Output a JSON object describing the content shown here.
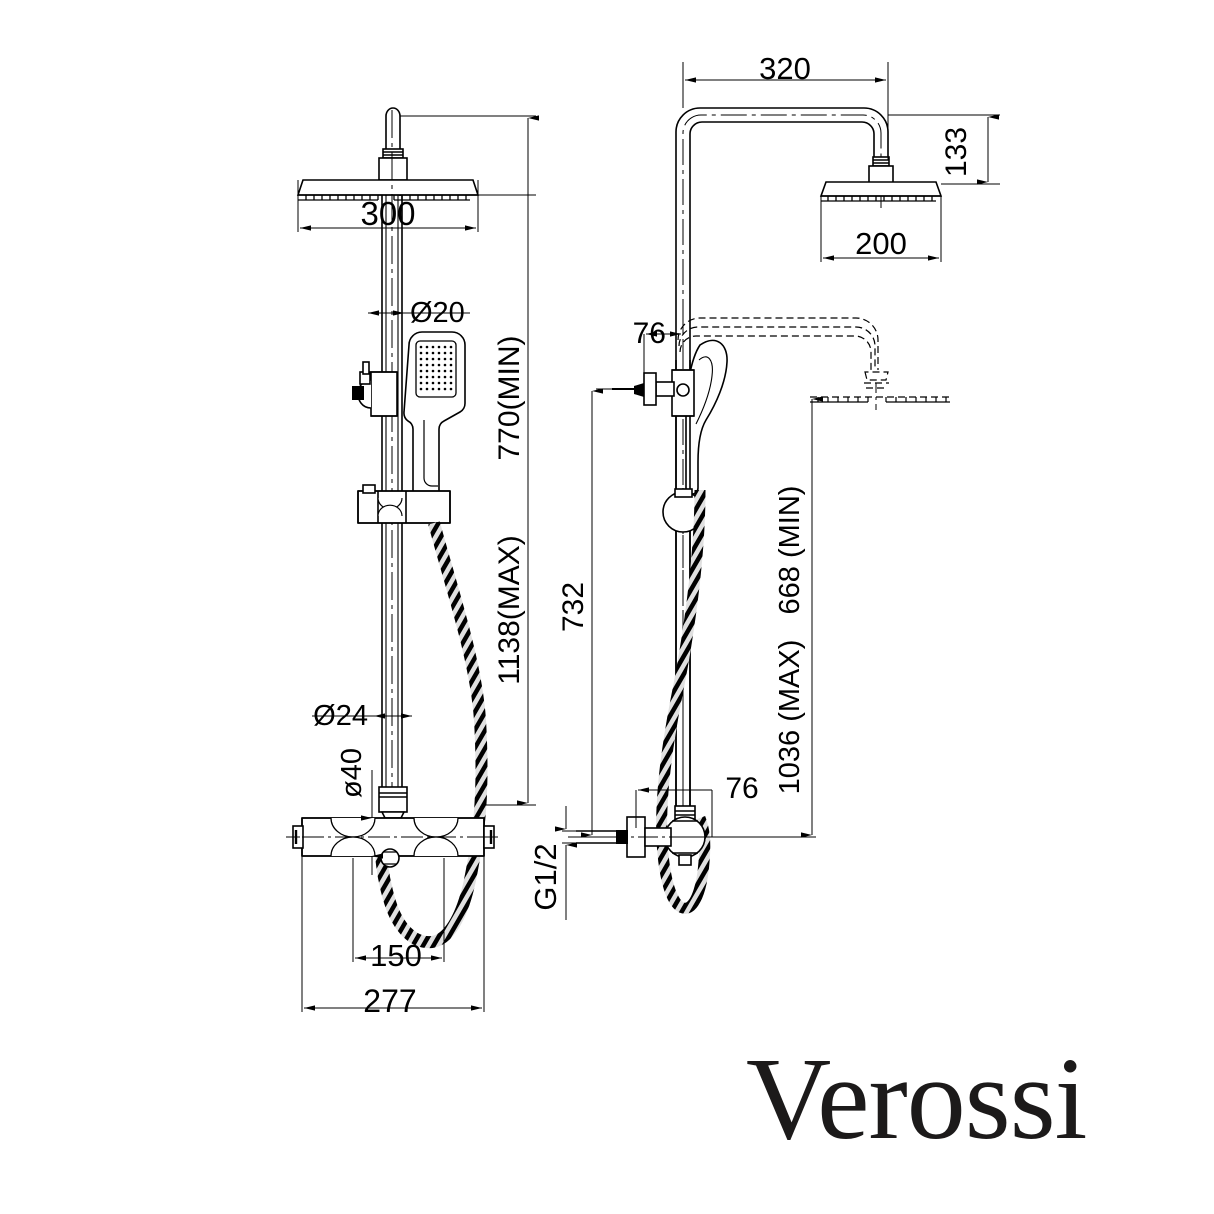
{
  "document": {
    "type": "technical-drawing",
    "subject": "Thermostatic rigid riser shower column",
    "background_color": "#ffffff",
    "line_color": "#000000",
    "views": [
      {
        "name": "front-elevation",
        "label": ""
      },
      {
        "name": "side-elevation",
        "label": ""
      }
    ]
  },
  "brand": {
    "name": "Verossi",
    "color": "#1c1a1a"
  },
  "dimensions": {
    "front_view": [
      {
        "id": "overhead-head-width",
        "value": "300",
        "orientation": "horizontal"
      },
      {
        "id": "riser-rail-diameter",
        "value": "Ø20",
        "orientation": "horizontal"
      },
      {
        "id": "height-min",
        "value": "770(MIN)",
        "orientation": "vertical"
      },
      {
        "id": "height-max",
        "value": "1138(MAX)",
        "orientation": "vertical"
      },
      {
        "id": "slide-bar-diameter",
        "value": "Ø24",
        "orientation": "horizontal"
      },
      {
        "id": "valve-body-diameter",
        "value": "ø40",
        "orientation": "vertical"
      },
      {
        "id": "valve-inlet-centres",
        "value": "150",
        "orientation": "horizontal"
      },
      {
        "id": "valve-overall-width",
        "value": "277",
        "orientation": "horizontal"
      }
    ],
    "side_view": [
      {
        "id": "shower-arm-projection",
        "value": "320",
        "orientation": "horizontal"
      },
      {
        "id": "arm-drop-height",
        "value": "133",
        "orientation": "vertical"
      },
      {
        "id": "overhead-head-depth",
        "value": "200",
        "orientation": "horizontal"
      },
      {
        "id": "handset-bracket-offset-top",
        "value": "76",
        "orientation": "horizontal"
      },
      {
        "id": "bracket-to-valve-height",
        "value": "732",
        "orientation": "vertical"
      },
      {
        "id": "handset-height-min",
        "value": "668 (MIN)",
        "orientation": "vertical"
      },
      {
        "id": "handset-height-max",
        "value": "1036 (MAX)",
        "orientation": "vertical"
      },
      {
        "id": "valve-projection",
        "value": "76",
        "orientation": "horizontal"
      },
      {
        "id": "inlet-thread",
        "value": "G1/2",
        "orientation": "vertical"
      }
    ]
  },
  "labels": {
    "d300": "300",
    "d20": "Ø20",
    "d770min": "770(MIN)",
    "d1138max": "1138(MAX)",
    "d24": "Ø24",
    "d40": "ø40",
    "d150": "150",
    "d277": "277",
    "d320": "320",
    "d133": "133",
    "d200": "200",
    "d76top": "76",
    "d732": "732",
    "d668min": "668 (MIN)",
    "d1036max": "1036 (MAX)",
    "d76bottom": "76",
    "g12": "G1/2"
  }
}
